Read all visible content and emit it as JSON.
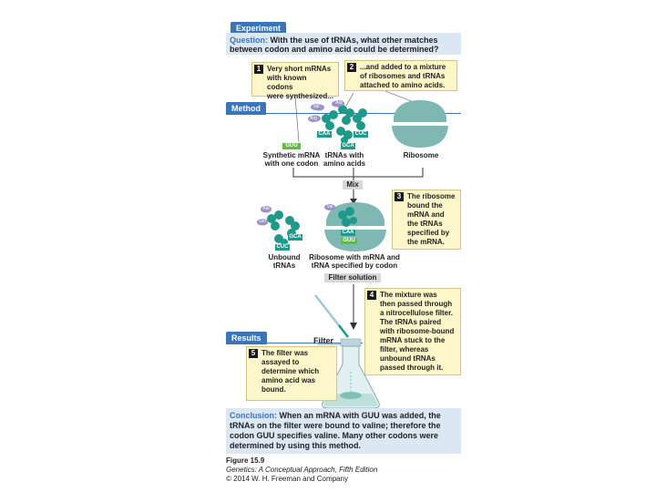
{
  "header": {
    "tab_label": "Experiment"
  },
  "question": {
    "prefix": "Question:",
    "line1": "With the use of tRNAs, what other matches",
    "line2": "between codon and amino acid could be determined?"
  },
  "method": {
    "tab_label": "Method"
  },
  "results": {
    "tab_label": "Results"
  },
  "steps": [
    {
      "num": "1",
      "lines": [
        "Very short mRNAs",
        "with known codons",
        "were synthesized..."
      ]
    },
    {
      "num": "2",
      "lines": [
        "...and added to a mixture",
        "of ribosomes and tRNAs",
        "attached to amino acids."
      ]
    },
    {
      "num": "3",
      "lines": [
        "The ribosome",
        "bound the",
        "mRNA and",
        "the tRNAs",
        "specified by",
        "the mRNA."
      ]
    },
    {
      "num": "4",
      "lines": [
        "The mixture was",
        "then passed through",
        "a nitrocellulose filter.",
        "The tRNAs paired",
        "with ribosome-bound",
        "mRNA stuck to the",
        "filter, whereas",
        "unbound tRNAs",
        "passed through it."
      ]
    },
    {
      "num": "5",
      "lines": [
        "The filter was",
        "assayed to",
        "determine which",
        "amino acid was",
        "bound."
      ]
    }
  ],
  "labels": {
    "synthetic": [
      "Synthetic mRNA",
      "with one codon"
    ],
    "trnas": [
      "tRNAs with",
      "amino acids"
    ],
    "ribosome": "Ribosome",
    "unbound": [
      "Unbound",
      "tRNAs"
    ],
    "ribosome_complex": [
      "Ribosome with mRNA and",
      "tRNA specified by codon"
    ],
    "filter": "Filter"
  },
  "codons": {
    "guu": "GUU",
    "caa": "CAA",
    "cuc": "CUC",
    "gca": "GCA"
  },
  "amino_acids": {
    "val": "Val",
    "arg": "Arg",
    "ala": "Ala",
    "gln": "Gln",
    "leu": "Leu"
  },
  "bars": {
    "mix": "Mix",
    "filter_solution": "Filter solution"
  },
  "conclusion": {
    "prefix": "Conclusion:",
    "lines": [
      "When an mRNA with GUU was added, the",
      "tRNAs on the filter were bound to valine; therefore the",
      "codon GUU specifies valine. Many other codons were",
      "determined by using this method."
    ]
  },
  "figure": {
    "label": "Figure 15.9",
    "book": "Genetics: A Conceptual Approach, Fifth Edition",
    "copyright": "© 2014 W. H. Freeman and Company"
  },
  "colors": {
    "accent": "#3b74b8",
    "panel": "#dbe8f4",
    "note": "#fdf6c8",
    "teal": "#1f9a8a",
    "green": "#5fbf3a",
    "ribosome": "#7fb8b2"
  }
}
